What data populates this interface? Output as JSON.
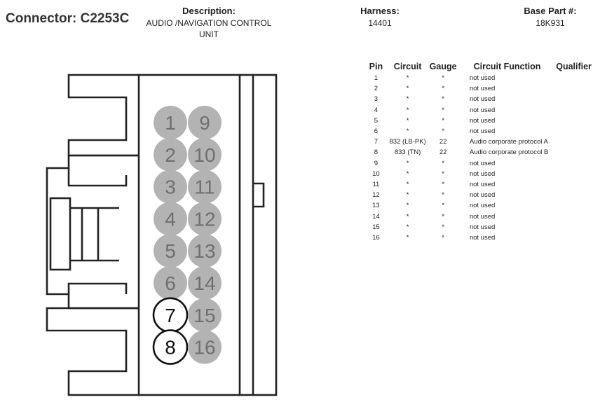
{
  "header": {
    "connector_title": "Connector: C2253C",
    "description_label": "Description:",
    "description_line1": "AUDIO /NAVIGATION CONTROL",
    "description_line2": "UNIT",
    "harness_label": "Harness:",
    "harness_value": "14401",
    "base_part_label": "Base Part #:",
    "base_part_value": "18K931"
  },
  "table": {
    "columns": [
      "Pin",
      "Circuit",
      "Gauge",
      "Circuit Function",
      "Qualifier"
    ],
    "rows": [
      {
        "pin": "1",
        "circuit": "*",
        "gauge": "*",
        "function": "not used",
        "qualifier": ""
      },
      {
        "pin": "2",
        "circuit": "*",
        "gauge": "*",
        "function": "not used",
        "qualifier": ""
      },
      {
        "pin": "3",
        "circuit": "*",
        "gauge": "*",
        "function": "not used",
        "qualifier": ""
      },
      {
        "pin": "4",
        "circuit": "*",
        "gauge": "*",
        "function": "not used",
        "qualifier": ""
      },
      {
        "pin": "5",
        "circuit": "*",
        "gauge": "*",
        "function": "not used",
        "qualifier": ""
      },
      {
        "pin": "6",
        "circuit": "*",
        "gauge": "*",
        "function": "not used",
        "qualifier": ""
      },
      {
        "pin": "7",
        "circuit": "832 (LB-PK)",
        "gauge": "22",
        "function": "Audio corporate protocol A",
        "qualifier": ""
      },
      {
        "pin": "8",
        "circuit": "833 (TN)",
        "gauge": "22",
        "function": "Audio corporate protocol B",
        "qualifier": ""
      },
      {
        "pin": "9",
        "circuit": "*",
        "gauge": "*",
        "function": "not used",
        "qualifier": ""
      },
      {
        "pin": "10",
        "circuit": "*",
        "gauge": "*",
        "function": "not used",
        "qualifier": ""
      },
      {
        "pin": "11",
        "circuit": "*",
        "gauge": "*",
        "function": "not used",
        "qualifier": ""
      },
      {
        "pin": "12",
        "circuit": "*",
        "gauge": "*",
        "function": "not used",
        "qualifier": ""
      },
      {
        "pin": "13",
        "circuit": "*",
        "gauge": "*",
        "function": "not used",
        "qualifier": ""
      },
      {
        "pin": "14",
        "circuit": "*",
        "gauge": "*",
        "function": "not used",
        "qualifier": ""
      },
      {
        "pin": "15",
        "circuit": "*",
        "gauge": "*",
        "function": "not used",
        "qualifier": ""
      },
      {
        "pin": "16",
        "circuit": "*",
        "gauge": "*",
        "function": "not used",
        "qualifier": ""
      }
    ]
  },
  "connector": {
    "left_column": [
      {
        "label": "1",
        "used": false
      },
      {
        "label": "2",
        "used": false
      },
      {
        "label": "3",
        "used": false
      },
      {
        "label": "4",
        "used": false
      },
      {
        "label": "5",
        "used": false
      },
      {
        "label": "6",
        "used": false
      },
      {
        "label": "7",
        "used": true
      },
      {
        "label": "8",
        "used": true
      }
    ],
    "right_column": [
      {
        "label": "9",
        "used": false
      },
      {
        "label": "10",
        "used": false
      },
      {
        "label": "11",
        "used": false
      },
      {
        "label": "12",
        "used": false
      },
      {
        "label": "13",
        "used": false
      },
      {
        "label": "14",
        "used": false
      },
      {
        "label": "15",
        "used": false
      },
      {
        "label": "16",
        "used": false
      }
    ],
    "colors": {
      "unused_fill": "#b3b3b3",
      "unused_text": "#6f6f6f",
      "used_fill": "#ffffff",
      "used_stroke": "#111111",
      "used_text": "#111111",
      "outline": "#222222"
    }
  }
}
